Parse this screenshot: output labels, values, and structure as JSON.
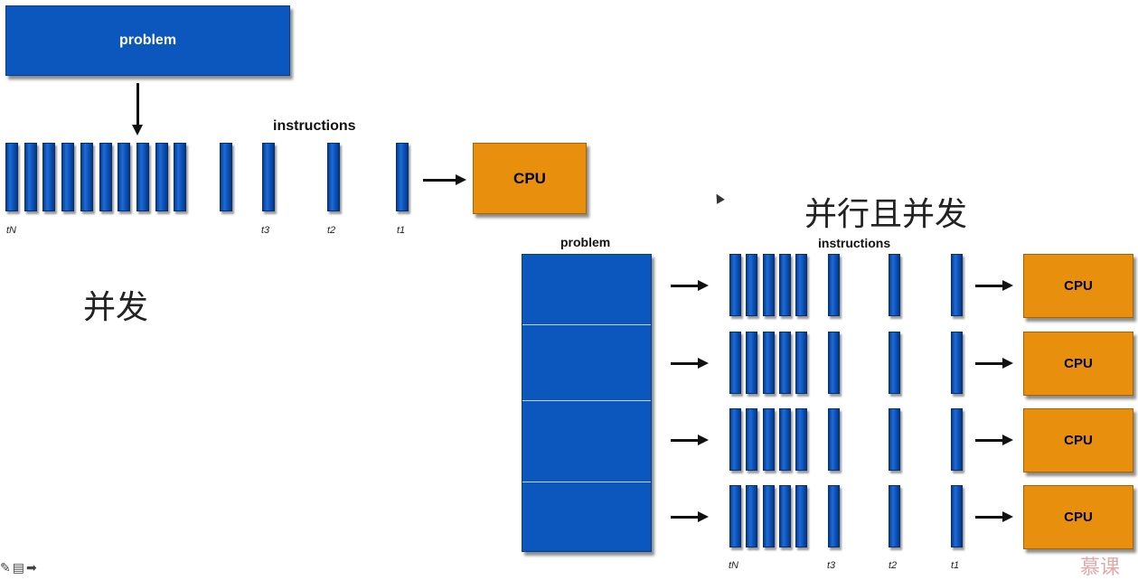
{
  "concurrent": {
    "problem_label": "problem",
    "instructions_label": "instructions",
    "cpu_label": "CPU",
    "t_labels": {
      "tN": "tN",
      "t3": "t3",
      "t2": "t2",
      "t1": "t1"
    },
    "caption": "并发"
  },
  "parallel": {
    "title": "并行且并发",
    "problem_label": "problem",
    "instructions_label": "instructions",
    "cpu_labels": [
      "CPU",
      "CPU",
      "CPU",
      "CPU"
    ],
    "t_labels": {
      "tN": "tN",
      "t3": "t3",
      "t2": "t2",
      "t1": "t1"
    }
  },
  "toolbar": {
    "icons": "✎▤➡"
  },
  "watermark": {
    "text": "慕课"
  },
  "colors": {
    "blue": "#0b57bd",
    "orange": "#e8900e"
  }
}
